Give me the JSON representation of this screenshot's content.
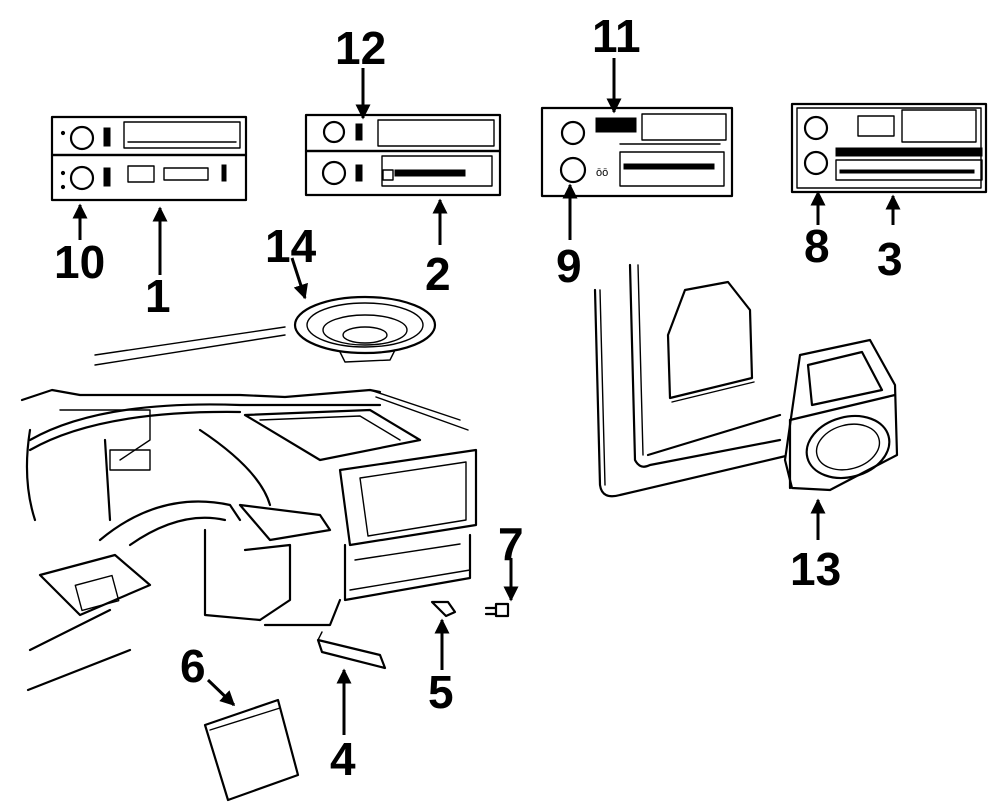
{
  "diagram": {
    "type": "exploded-parts-diagram",
    "subject": "radio, speakers and instrument panel components",
    "line_color": "#000000",
    "background_color": "#ffffff",
    "callouts": [
      {
        "id": "1",
        "label": "1",
        "part": "radio-unit-1"
      },
      {
        "id": "2",
        "label": "2",
        "part": "radio-unit-2"
      },
      {
        "id": "3",
        "label": "3",
        "part": "radio-unit-3"
      },
      {
        "id": "4",
        "label": "4",
        "part": "bracket"
      },
      {
        "id": "5",
        "label": "5",
        "part": "small-clip"
      },
      {
        "id": "6",
        "label": "6",
        "part": "panel-cover"
      },
      {
        "id": "7",
        "label": "7",
        "part": "fastener-clip"
      },
      {
        "id": "8",
        "label": "8",
        "part": "knob-radio-3"
      },
      {
        "id": "9",
        "label": "9",
        "part": "knob-radio-11"
      },
      {
        "id": "10",
        "label": "10",
        "part": "knob-radio-1"
      },
      {
        "id": "11",
        "label": "11",
        "part": "radio-unit-11"
      },
      {
        "id": "12",
        "label": "12",
        "part": "knob-radio-2"
      },
      {
        "id": "13",
        "label": "13",
        "part": "door-speaker-enclosure"
      },
      {
        "id": "14",
        "label": "14",
        "part": "dash-speaker"
      }
    ]
  }
}
